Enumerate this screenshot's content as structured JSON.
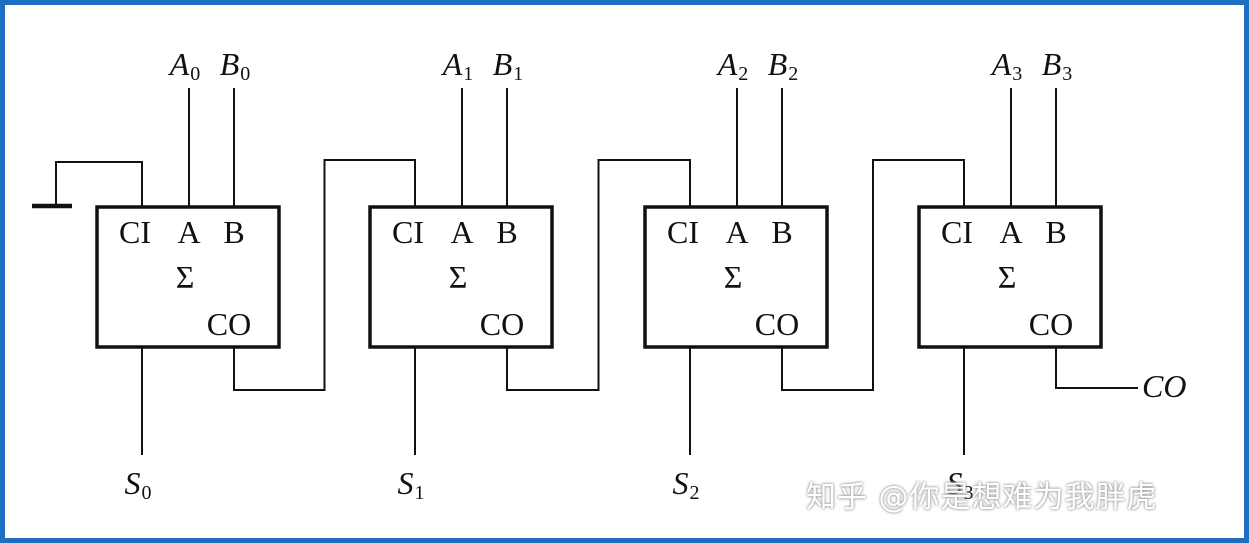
{
  "diagram": {
    "ground_symbol": "ground-icon",
    "adders": [
      {
        "ci": "CI",
        "a": "A",
        "b": "B",
        "sigma": "Σ",
        "co": "CO",
        "in_a": {
          "base": "A",
          "sub": "0"
        },
        "in_b": {
          "base": "B",
          "sub": "0"
        },
        "sum": {
          "base": "S",
          "sub": "0"
        }
      },
      {
        "ci": "CI",
        "a": "A",
        "b": "B",
        "sigma": "Σ",
        "co": "CO",
        "in_a": {
          "base": "A",
          "sub": "1"
        },
        "in_b": {
          "base": "B",
          "sub": "1"
        },
        "sum": {
          "base": "S",
          "sub": "1"
        }
      },
      {
        "ci": "CI",
        "a": "A",
        "b": "B",
        "sigma": "Σ",
        "co": "CO",
        "in_a": {
          "base": "A",
          "sub": "2"
        },
        "in_b": {
          "base": "B",
          "sub": "2"
        },
        "sum": {
          "base": "S",
          "sub": "2"
        }
      },
      {
        "ci": "CI",
        "a": "A",
        "b": "B",
        "sigma": "Σ",
        "co": "CO",
        "in_a": {
          "base": "A",
          "sub": "3"
        },
        "in_b": {
          "base": "B",
          "sub": "3"
        },
        "sum": {
          "base": "S",
          "sub": "3"
        }
      }
    ],
    "carry_out_label": "CO"
  },
  "watermark": "知乎 @你是想难为我胖虎",
  "colors": {
    "frame": "#1d6fc4",
    "ink": "#111111"
  }
}
